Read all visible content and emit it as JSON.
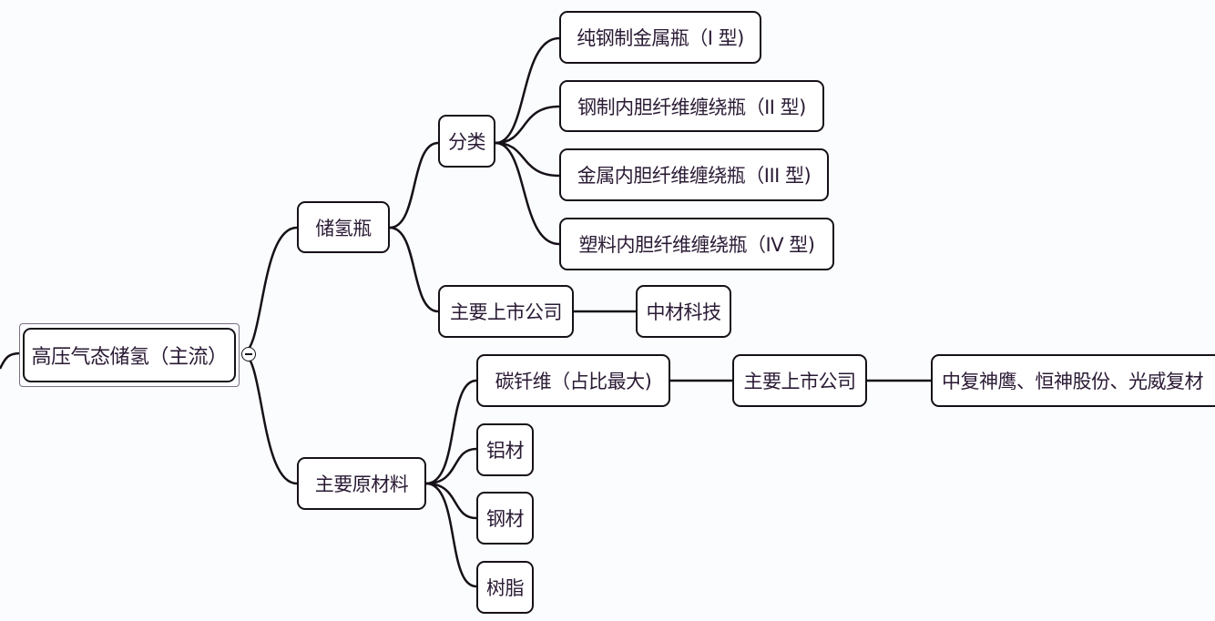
{
  "mindmap": {
    "root": {
      "label": "高压气态储氢（主流）",
      "collapse_icon": "minus-circle-icon"
    },
    "branches": [
      {
        "label": "储氢瓶",
        "children": [
          {
            "label": "分类",
            "children": [
              {
                "label": "纯钢制金属瓶（I 型)"
              },
              {
                "label": "钢制内胆纤维缠绕瓶（II 型)"
              },
              {
                "label": "金属内胆纤维缠绕瓶（III 型)"
              },
              {
                "label": "塑料内胆纤维缠绕瓶（IV 型)"
              }
            ]
          },
          {
            "label": "主要上市公司",
            "children": [
              {
                "label": "中材科技"
              }
            ]
          }
        ]
      },
      {
        "label": "主要原材料",
        "children": [
          {
            "label": "碳钎维（占比最大)",
            "children": [
              {
                "label": "主要上市公司",
                "children": [
                  {
                    "label": "中复神鹰、恒神股份、光威复材"
                  }
                ]
              }
            ]
          },
          {
            "label": "铝材"
          },
          {
            "label": "钢材"
          },
          {
            "label": "树脂"
          }
        ]
      }
    ]
  }
}
